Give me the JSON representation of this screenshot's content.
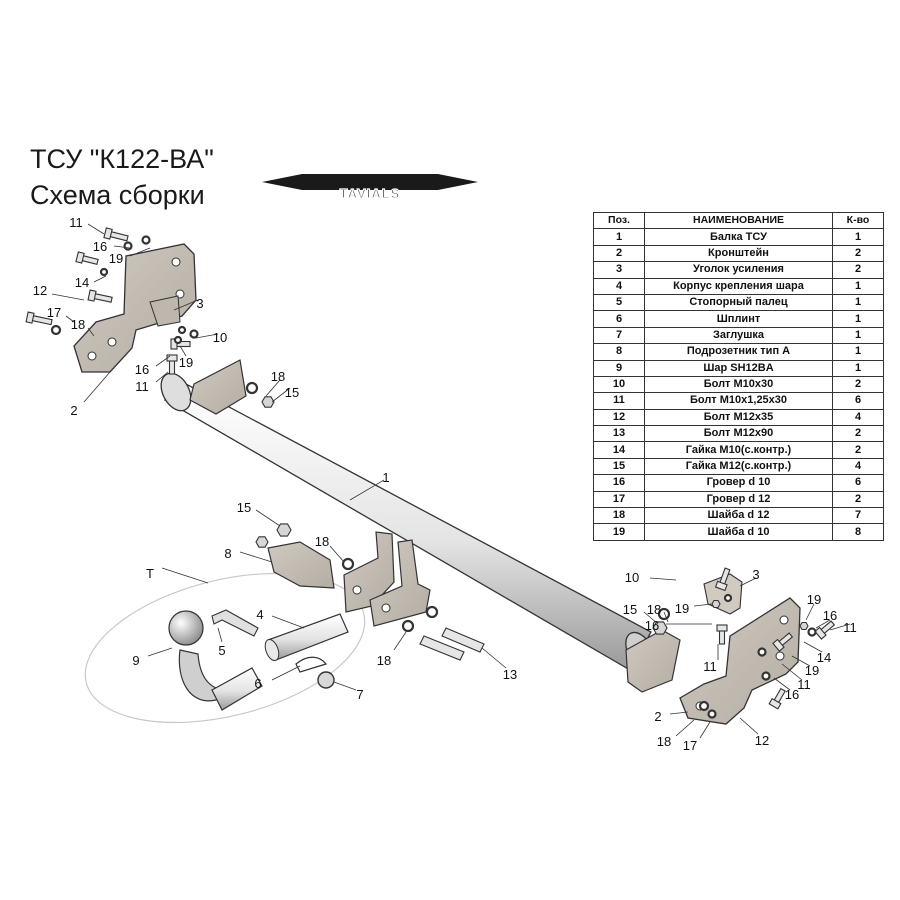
{
  "title": {
    "line1": "ТСУ  \"К122-ВА\"",
    "line2": "Схема сборки"
  },
  "logo": {
    "text": "TAVIALS"
  },
  "table": {
    "headers": {
      "pos": "Поз.",
      "name": "НАИМЕНОВАНИЕ",
      "qty": "К-во"
    },
    "rows": [
      {
        "pos": "1",
        "name": "Балка ТСУ",
        "qty": "1"
      },
      {
        "pos": "2",
        "name": "Кронштейн",
        "qty": "2"
      },
      {
        "pos": "3",
        "name": "Уголок усиления",
        "qty": "2"
      },
      {
        "pos": "4",
        "name": "Корпус крепления шара",
        "qty": "1"
      },
      {
        "pos": "5",
        "name": "Стопорный палец",
        "qty": "1"
      },
      {
        "pos": "6",
        "name": "Шплинт",
        "qty": "1"
      },
      {
        "pos": "7",
        "name": "Заглушка",
        "qty": "1"
      },
      {
        "pos": "8",
        "name": "Подрозетник тип А",
        "qty": "1"
      },
      {
        "pos": "9",
        "name": "Шар SH12BA",
        "qty": "1"
      },
      {
        "pos": "10",
        "name": "Болт М10х30",
        "qty": "2"
      },
      {
        "pos": "11",
        "name": "Болт М10х1,25х30",
        "qty": "6"
      },
      {
        "pos": "12",
        "name": "Болт М12х35",
        "qty": "4"
      },
      {
        "pos": "13",
        "name": "Болт М12х90",
        "qty": "2"
      },
      {
        "pos": "14",
        "name": "Гайка М10(с.контр.)",
        "qty": "2"
      },
      {
        "pos": "15",
        "name": "Гайка М12(с.контр.)",
        "qty": "4"
      },
      {
        "pos": "16",
        "name": "Гровер d 10",
        "qty": "6"
      },
      {
        "pos": "17",
        "name": "Гровер d 12",
        "qty": "2"
      },
      {
        "pos": "18",
        "name": "Шайба d 12",
        "qty": "7"
      },
      {
        "pos": "19",
        "name": "Шайба d 10",
        "qty": "8"
      }
    ]
  },
  "detail_label": "T",
  "callouts": [
    "1",
    "2",
    "3",
    "4",
    "5",
    "6",
    "7",
    "8",
    "9",
    "10",
    "11",
    "12",
    "13",
    "14",
    "15",
    "16",
    "17",
    "18",
    "19"
  ]
}
